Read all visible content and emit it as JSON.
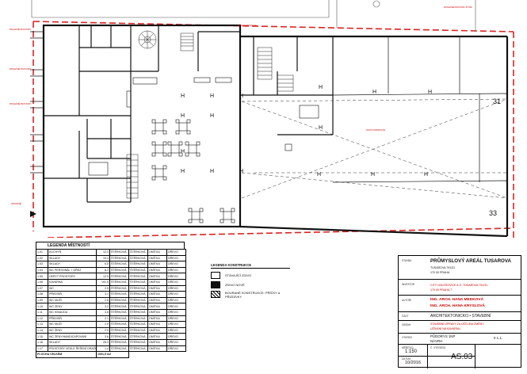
{
  "plan": {
    "room_numbers": [
      "31",
      "33"
    ],
    "exit_note": "SPOLEČNÉ PROSTORY ŠTÍTKU"
  },
  "room_table": {
    "title": "LEGENDA MÍSTNOSTÍ",
    "rows": [
      {
        "num": "1.01",
        "name": "KUCHYŇ",
        "area": "12.3",
        "c1": "ŠTĚRKOVÁ",
        "c2": "ŠTĚRKOVÁ",
        "c3": "OMÍTKA",
        "c4": "DŘEVO"
      },
      {
        "num": "1.02",
        "name": "SKLADY",
        "area": "10.3",
        "c1": "ŠTĚRKOVÁ",
        "c2": "ŠTĚRKOVÁ",
        "c3": "OMÍTKA",
        "c4": "DŘEVO"
      },
      {
        "num": "1.03",
        "name": "SKLADY",
        "area": "6.5",
        "c1": "ŠTĚRKOVÁ",
        "c2": "ŠTĚRKOVÁ",
        "c3": "OMÍTKA",
        "c4": "DŘEVO"
      },
      {
        "num": "1.04",
        "name": "WC PERSONÁL + DŘEZ",
        "area": "8.2",
        "c1": "ŠTĚRKOVÁ",
        "c2": "ŠTĚRKOVÁ",
        "c3": "OMÍTKA",
        "c4": "DŘEVO"
      },
      {
        "num": "1.05",
        "name": "ÚKRYT PROSTORY",
        "area": "12.5",
        "c1": "ŠTĚRKOVÁ",
        "c2": "ŠTĚRKOVÁ",
        "c3": "OMÍTKA",
        "c4": "DŘEVO"
      },
      {
        "num": "1.06",
        "name": "KAVÁRNA",
        "area": "191.5",
        "c1": "ŠTĚRKOVÁ",
        "c2": "ŠTĚRKOVÁ",
        "c3": "OMÍTKA",
        "c4": "DŘEVO"
      },
      {
        "num": "1.07",
        "name": "WC",
        "area": "2.5",
        "c1": "ŠTĚRKOVÁ",
        "c2": "ŠTĚRKOVÁ",
        "c3": "OMÍTKA",
        "c4": "DŘEVO"
      },
      {
        "num": "1.08",
        "name": "PŘEDSÍŇ",
        "area": "3.1",
        "c1": "ŠTĚRKOVÁ",
        "c2": "ŠTĚRKOVÁ",
        "c3": "OMÍTKA",
        "c4": "DŘEVO"
      },
      {
        "num": "1.09",
        "name": "WC MUŽI",
        "area": "2.8",
        "c1": "ŠTĚRKOVÁ",
        "c2": "ŠTĚRKOVÁ",
        "c3": "OMÍTKA",
        "c4": "DŘEVO"
      },
      {
        "num": "1.10",
        "name": "WC ŽENY",
        "area": "3.3",
        "c1": "ŠTĚRKOVÁ",
        "c2": "ŠTĚRKOVÁ",
        "c3": "OMÍTKA",
        "c4": "DŘEVO"
      },
      {
        "num": "1.11",
        "name": "WC INVALIDA",
        "area": "3.8",
        "c1": "ŠTĚRKOVÁ",
        "c2": "ŠTĚRKOVÁ",
        "c3": "OMÍTKA",
        "c4": "DŘEVO"
      },
      {
        "num": "1.12",
        "name": "PŘEDSÍŇ",
        "area": "2.1",
        "c1": "ŠTĚRKOVÁ",
        "c2": "ŠTĚRKOVÁ",
        "c3": "OMÍTKA",
        "c4": "DŘEVO"
      },
      {
        "num": "1.13",
        "name": "WC MUŽI",
        "area": "2.9",
        "c1": "ŠTĚRKOVÁ",
        "c2": "ŠTĚRKOVÁ",
        "c3": "OMÍTKA",
        "c4": "DŘEVO"
      },
      {
        "num": "1.14",
        "name": "WC ŽENY",
        "area": "2.9",
        "c1": "ŠTĚRKOVÁ",
        "c2": "ŠTĚRKOVÁ",
        "c3": "OMÍTKA",
        "c4": "DŘEVO"
      },
      {
        "num": "1.15",
        "name": "WC ŽENY/HANDICAPOVANÍ",
        "area": "3.6",
        "c1": "ŠTĚRKOVÁ",
        "c2": "ŠTĚRKOVÁ",
        "c3": "OMÍTKA",
        "c4": "DŘEVO"
      },
      {
        "num": "1.16",
        "name": "SKLADY",
        "area": "28.3",
        "c1": "ŠTĚRKOVÁ",
        "c2": "ŠTĚRKOVÁ",
        "c3": "OMÍTKA",
        "c4": "DŘEVO"
      },
      {
        "num": "1.17",
        "name": "PROSTORY VEDLE ŘEŠENÍ DRAŽKY",
        "area": "1.4",
        "c1": "ŠTĚRKOVÁ",
        "c2": "ŠTĚRKOVÁ",
        "c3": "OMÍTKA",
        "c4": "DŘEVO"
      }
    ],
    "total_label": "PLOCHA CELKEM",
    "total_area": "1091,5 m2"
  },
  "legend": {
    "title": "LEGENDA KONSTRUKCE",
    "items": [
      {
        "kind": "white",
        "label": "STÁVAJÍCÍ ZDIVO"
      },
      {
        "kind": "solid",
        "label": "ZDIVO NOVÉ"
      },
      {
        "kind": "hatch",
        "label": "BOURANÉ KONSTRUKCE: PŘÍČKY A PŘIZDÍVKY"
      }
    ]
  },
  "title_block": {
    "stavba_label": "STAVBA",
    "project_title": "PRŮMYSLOVÝ AREÁL TUSAROVA",
    "project_addr1": "TUSAROVA 791/31",
    "project_addr2": "170 00 PRAHA",
    "investor_label": "INVESTOR",
    "investor1": "CITY HOLEŠOVICE A.S.,TUSAROVA 791/31",
    "investor2": "170 00 PRAHA 7",
    "authors_label": "AUTOŘI",
    "author1": "ING. ARCH. HANA MEDKOVÁ",
    "author2": "ING. ARCH. HANA KRYSLOVÁ",
    "part_label": "ČÁST",
    "part": "ARCHITEKTONICKO • STAVEBNÍ",
    "content_label": "OBSAH",
    "content1": "STAVEBNÍ ÚPRAVY ZA ÚČELEM ZMĚNY",
    "content2": "UŽÍVÁNÍ NA KAVÁRNU",
    "drawing_label": "VÝKRES",
    "drawing": "PŮDORYS 1NP",
    "stage": "NÁVRH",
    "format": "0 1.1.",
    "scale_label": "MĚŘÍTKO",
    "scale": "1:150",
    "date_label": "DATUM",
    "date": "10/2016",
    "sheet_label": "Č. VÝKRESU",
    "sheet": "AS.03"
  }
}
